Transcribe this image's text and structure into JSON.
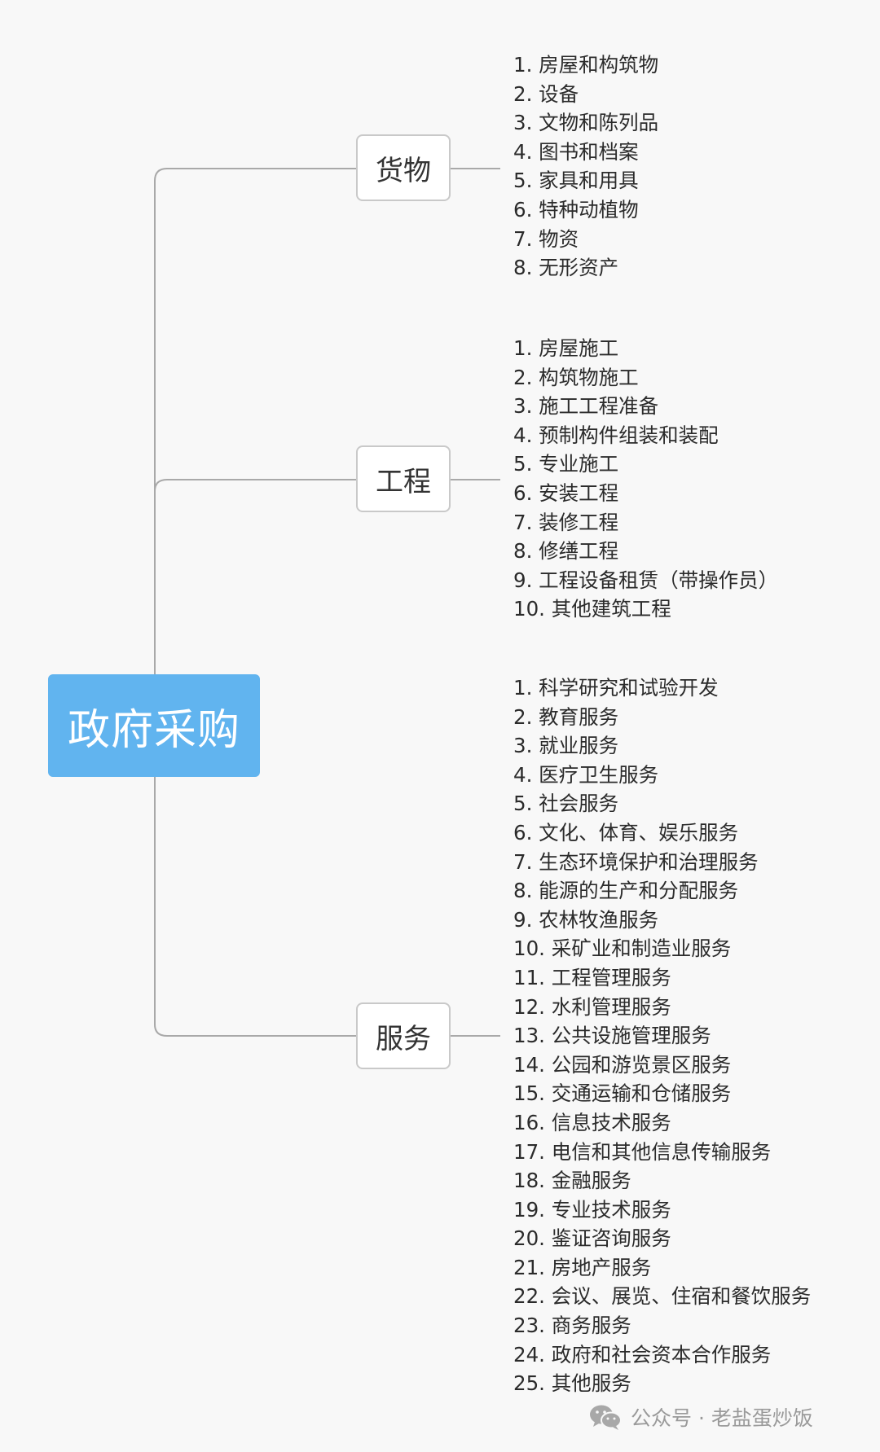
{
  "root": {
    "label": "政府采购",
    "color": "#61b4ef"
  },
  "branches": [
    {
      "label": "货物",
      "items": [
        "1. 房屋和构筑物",
        "2. 设备",
        "3. 文物和陈列品",
        "4. 图书和档案",
        "5. 家具和用具",
        "6. 特种动植物",
        "7. 物资",
        "8. 无形资产"
      ]
    },
    {
      "label": "工程",
      "items": [
        "1. 房屋施工",
        "2. 构筑物施工",
        "3. 施工工程准备",
        "4. 预制构件组装和装配",
        "5. 专业施工",
        "6. 安装工程",
        "7. 装修工程",
        "8. 修缮工程",
        "9. 工程设备租赁（带操作员）",
        "10. 其他建筑工程"
      ]
    },
    {
      "label": "服务",
      "items": [
        "1. 科学研究和试验开发",
        "2. 教育服务",
        "3. 就业服务",
        "4. 医疗卫生服务",
        "5. 社会服务",
        "6. 文化、体育、娱乐服务",
        "7. 生态环境保护和治理服务",
        "8. 能源的生产和分配服务",
        "9. 农林牧渔服务",
        "10. 采矿业和制造业服务",
        "11. 工程管理服务",
        "12. 水利管理服务",
        "13. 公共设施管理服务",
        "14. 公园和游览景区服务",
        "15. 交通运输和仓储服务",
        "16. 信息技术服务",
        "17. 电信和其他信息传输服务",
        "18. 金融服务",
        "19. 专业技术服务",
        "20. 鉴证咨询服务",
        "21. 房地产服务",
        "22. 会议、展览、住宿和餐饮服务",
        "23. 商务服务",
        "24. 政府和社会资本合作服务",
        "25. 其他服务"
      ]
    }
  ],
  "watermark": {
    "text": "公众号 · 老盐蛋炒饭",
    "icon": "wechat-icon"
  }
}
